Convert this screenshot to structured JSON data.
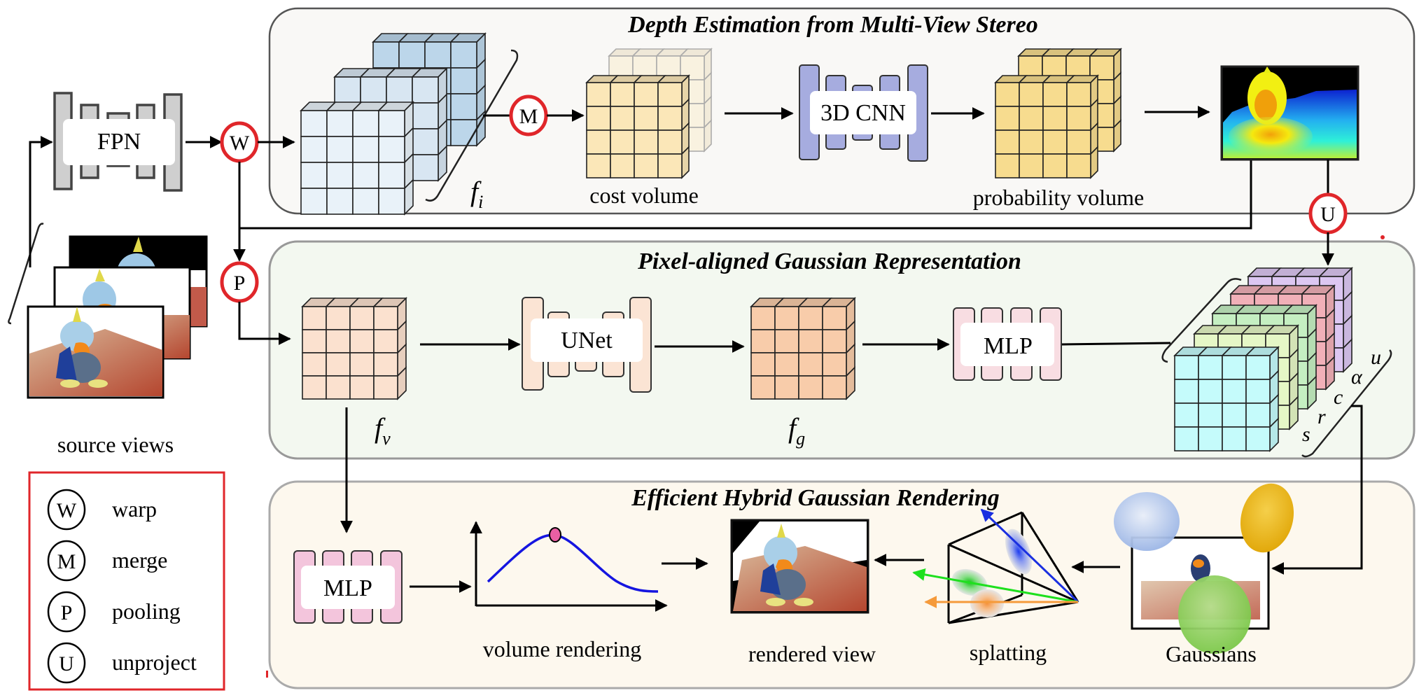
{
  "panels": {
    "depth": {
      "title": "Depth Estimation from Multi-View Stereo",
      "bg": "#f9f8f6"
    },
    "gaussian": {
      "title": "Pixel-aligned Gaussian Representation",
      "bg": "#f3f8f0"
    },
    "rendering": {
      "title": "Efficient Hybrid Gaussian Rendering",
      "bg": "#fdf8ee"
    }
  },
  "modules": {
    "fpn": "FPN",
    "cnn3d": "3D CNN",
    "unet": "UNet",
    "mlp_gaussian": "MLP",
    "mlp_render": "MLP"
  },
  "labels": {
    "source_views": "source views",
    "cost_volume": "cost volume",
    "probability_volume": "probability volume",
    "volume_rendering": "volume rendering",
    "rendered_view": "rendered view",
    "splatting": "splatting",
    "gaussians": "Gaussians"
  },
  "math": {
    "fi": {
      "base": "f",
      "sub": "i"
    },
    "fv": {
      "base": "f",
      "sub": "v"
    },
    "fg": {
      "base": "f",
      "sub": "g"
    },
    "attributes": [
      "s",
      "r",
      "c",
      "α",
      "u"
    ]
  },
  "operators": {
    "warp": "W",
    "merge": "M",
    "pooling": "P",
    "unproject": "U"
  },
  "legend": [
    {
      "symbol": "W",
      "label": "warp"
    },
    {
      "symbol": "M",
      "label": "merge"
    },
    {
      "symbol": "P",
      "label": "pooling"
    },
    {
      "symbol": "U",
      "label": "unproject"
    }
  ],
  "colors": {
    "operator_ring": "#e0262a",
    "legend_border": "#e0262a",
    "feature_blue": "#bcd6ea",
    "feature_light_blue": "#e9f2f9",
    "cost_volume": "#fbe7b8",
    "probability_volume": "#f7dc8f",
    "cnn_purple": "#a6acdf",
    "unet_peach": "#fbe4d4",
    "fv_peach": "#fbe1cf",
    "fg_orange": "#f8ccaa",
    "mlp_pink": "#f8dde2",
    "mlp_render_pink": "#f3c5dc",
    "gauss_purple": "#dcc7f2",
    "gauss_red": "#f1b0b8",
    "gauss_green": "#c5efc2",
    "gauss_yellowgreen": "#e5f7c6",
    "gauss_cyan": "#c5fbfb",
    "curve_blue": "#1515e0",
    "peak_pink": "#ea5fa3"
  }
}
